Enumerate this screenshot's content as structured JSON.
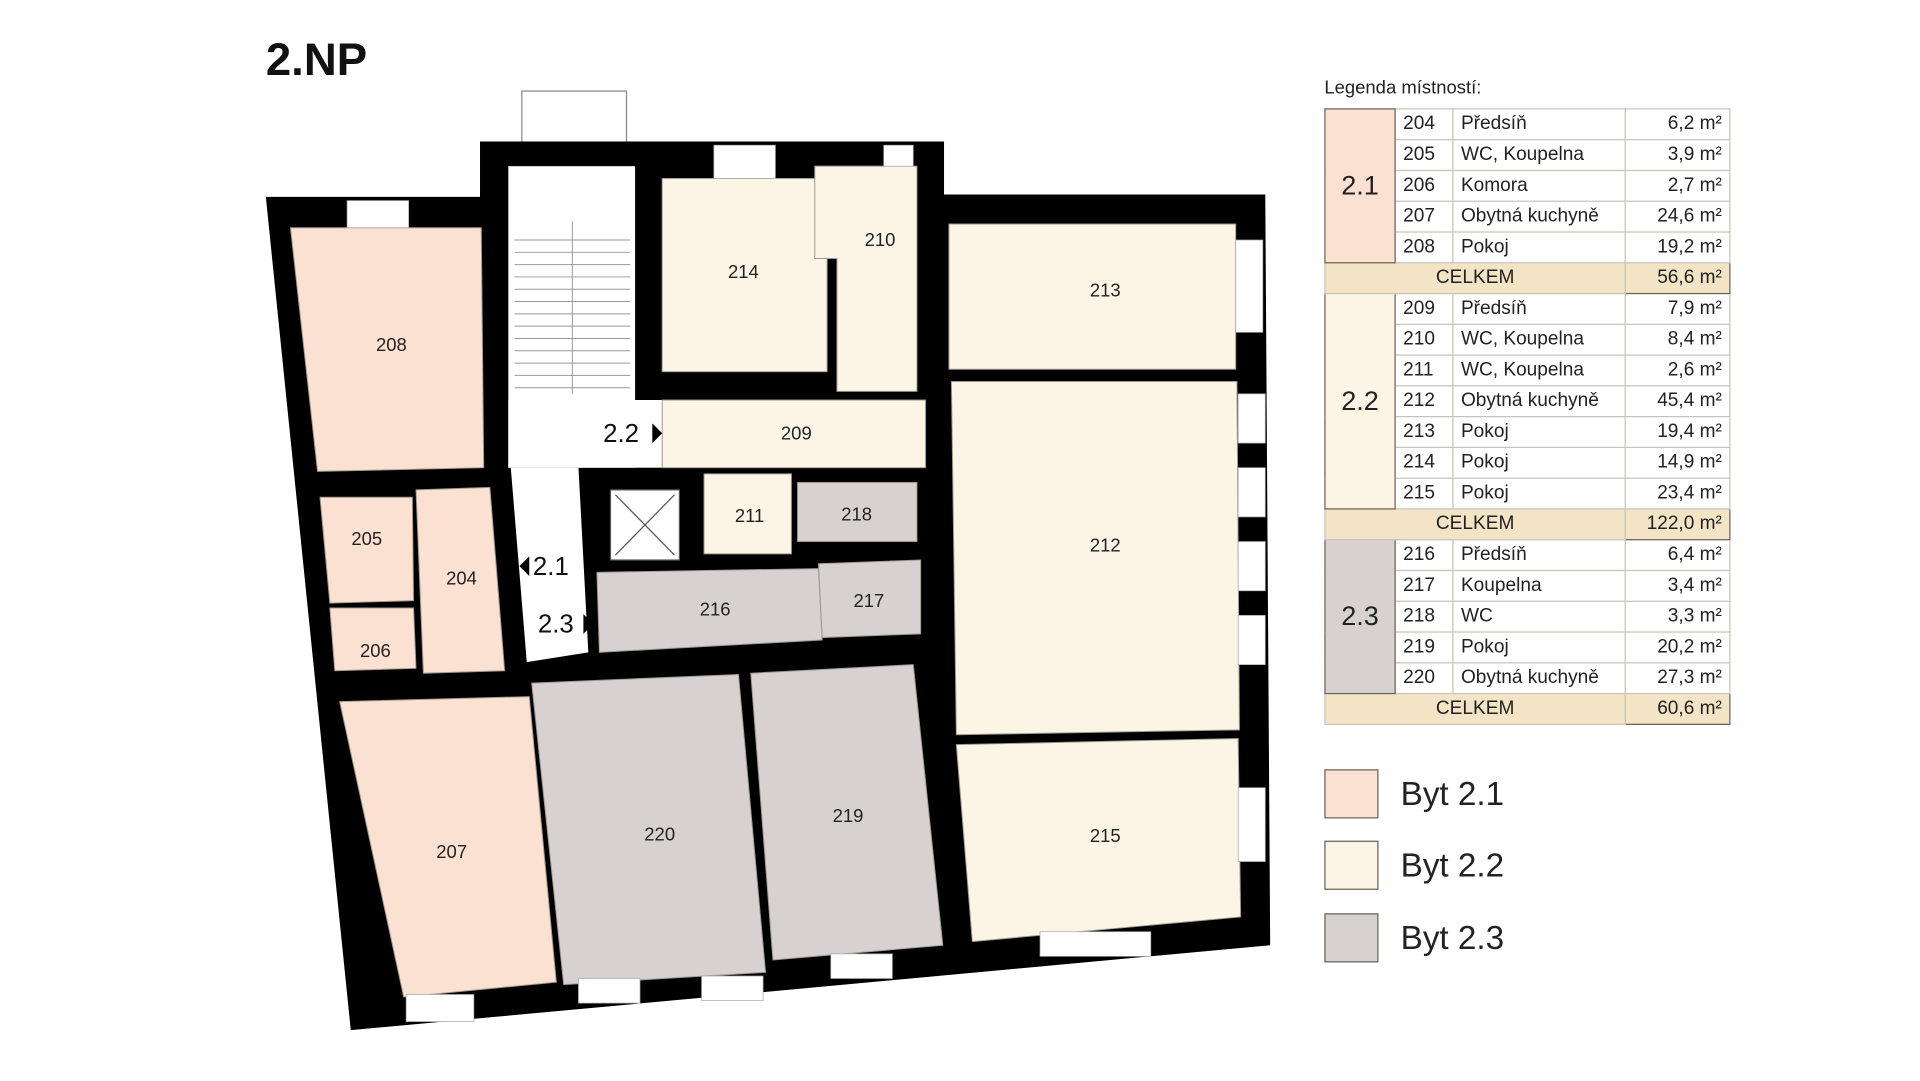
{
  "title": "2.NP",
  "legend": {
    "caption": "Legenda místností:",
    "total_label": "CELKEM",
    "units": [
      {
        "unit": "2.1",
        "color": "#fbe1d1",
        "total": "56,6 m²",
        "rooms": [
          {
            "num": "204",
            "name": "Předsíň",
            "area": "6,2 m²"
          },
          {
            "num": "205",
            "name": "WC, Koupelna",
            "area": "3,9 m²"
          },
          {
            "num": "206",
            "name": "Komora",
            "area": "2,7 m²"
          },
          {
            "num": "207",
            "name": "Obytná kuchyně",
            "area": "24,6 m²"
          },
          {
            "num": "208",
            "name": "Pokoj",
            "area": "19,2 m²"
          }
        ]
      },
      {
        "unit": "2.2",
        "color": "#fcf4e5",
        "total": "122,0 m²",
        "rooms": [
          {
            "num": "209",
            "name": "Předsíň",
            "area": "7,9 m²"
          },
          {
            "num": "210",
            "name": "WC, Koupelna",
            "area": "8,4 m²"
          },
          {
            "num": "211",
            "name": "WC, Koupelna",
            "area": "2,6 m²"
          },
          {
            "num": "212",
            "name": "Obytná kuchyně",
            "area": "45,4 m²"
          },
          {
            "num": "213",
            "name": "Pokoj",
            "area": "19,4 m²"
          },
          {
            "num": "214",
            "name": "Pokoj",
            "area": "14,9 m²"
          },
          {
            "num": "215",
            "name": "Pokoj",
            "area": "23,4 m²"
          }
        ]
      },
      {
        "unit": "2.3",
        "color": "#d7d1d1",
        "total": "60,6 m²",
        "rooms": [
          {
            "num": "216",
            "name": "Předsíň",
            "area": "6,4 m²"
          },
          {
            "num": "217",
            "name": "Koupelna",
            "area": "3,4 m²"
          },
          {
            "num": "218",
            "name": "WC",
            "area": "3,3 m²"
          },
          {
            "num": "219",
            "name": "Pokoj",
            "area": "20,2 m²"
          },
          {
            "num": "220",
            "name": "Obytná kuchyně",
            "area": "27,3 m²"
          }
        ]
      }
    ],
    "swatches": [
      {
        "label": "Byt 2.1",
        "color": "#fbe1d1"
      },
      {
        "label": "Byt 2.2",
        "color": "#fcf4e5"
      },
      {
        "label": "Byt 2.3",
        "color": "#d7d1d1"
      }
    ]
  },
  "plan": {
    "entrances": [
      "2.1",
      "2.2",
      "2.3"
    ],
    "rooms": [
      "204",
      "205",
      "206",
      "207",
      "208",
      "209",
      "210",
      "211",
      "212",
      "213",
      "214",
      "215",
      "216",
      "217",
      "218",
      "219",
      "220"
    ]
  }
}
